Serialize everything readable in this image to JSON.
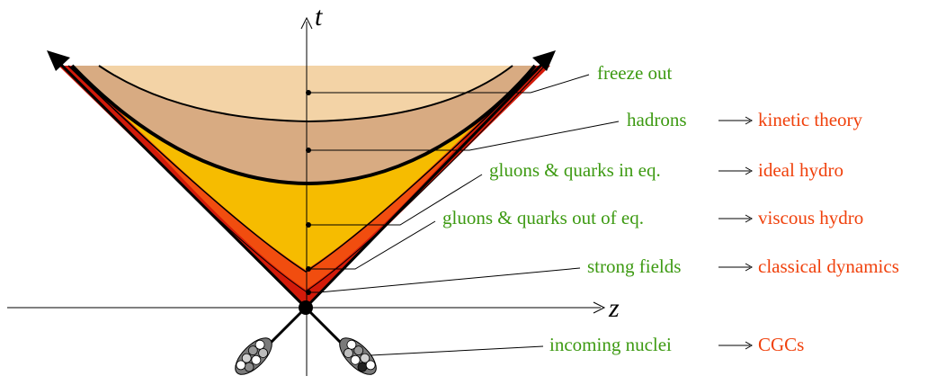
{
  "axes": {
    "t_label": "t",
    "z_label": "z"
  },
  "colors": {
    "freeze_region": "#f3d3a6",
    "hadron_region": "#d8ab82",
    "qgp_eq_region": "#f6bc00",
    "qgp_noneq_region": "#f14d0f",
    "strong_field_region": "#d21a0a",
    "green_text": "#3d9a12",
    "red_text": "#f0410c",
    "line": "#000000"
  },
  "stages": [
    {
      "key": "freeze",
      "stage": "freeze out",
      "theory": ""
    },
    {
      "key": "hadrons",
      "stage": "hadrons",
      "theory": "kinetic theory"
    },
    {
      "key": "eq",
      "stage": "gluons & quarks in eq.",
      "theory": "ideal hydro"
    },
    {
      "key": "noneq",
      "stage": "gluons & quarks out of eq.",
      "theory": "viscous hydro"
    },
    {
      "key": "strong",
      "stage": "strong fields",
      "theory": "classical dynamics"
    },
    {
      "key": "nuclei",
      "stage": "incoming nuclei",
      "theory": "CGCs"
    }
  ]
}
